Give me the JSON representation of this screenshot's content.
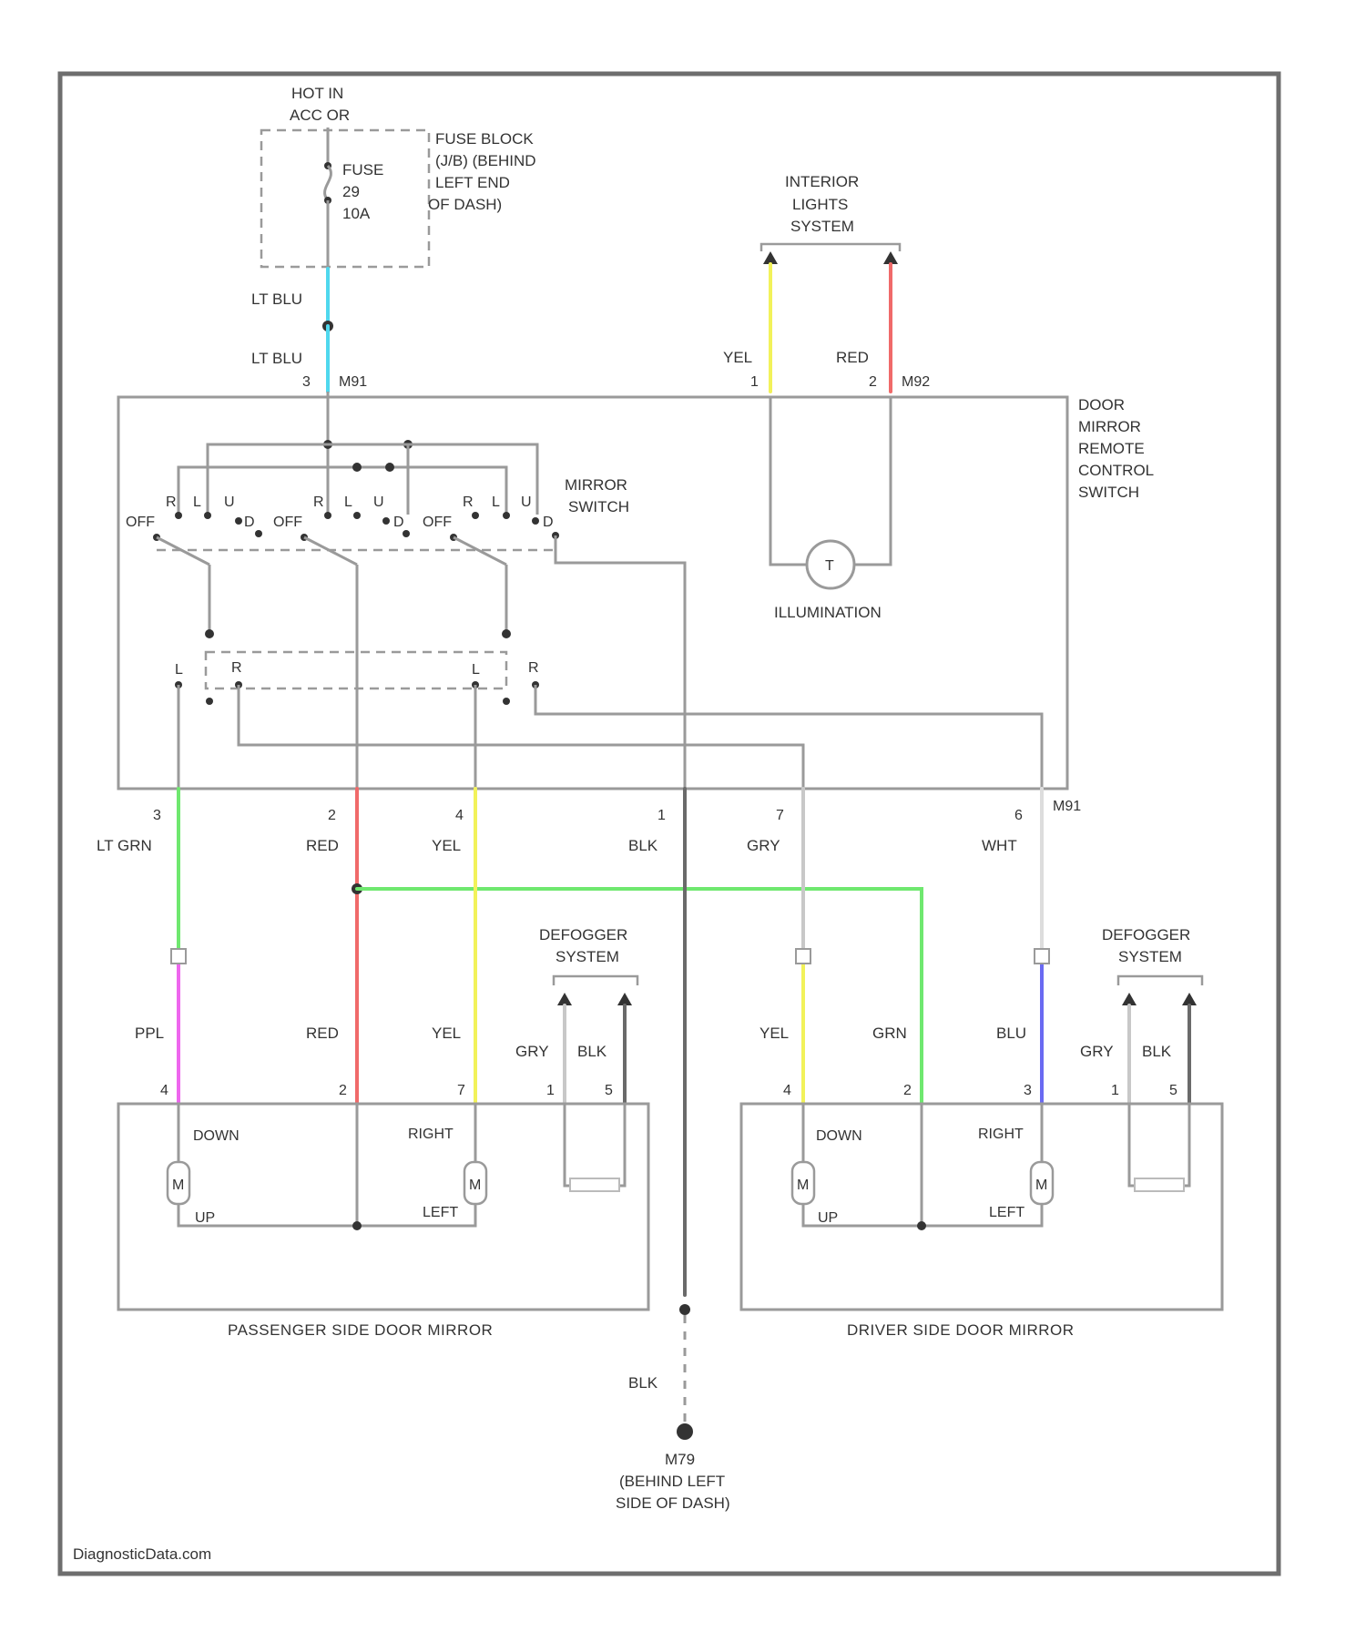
{
  "power": {
    "hot_label": [
      "HOT IN",
      "ACC OR"
    ],
    "fuse_label": [
      "FUSE",
      "29",
      "10A"
    ],
    "fuse_block_label": [
      "FUSE BLOCK",
      "(J/B) (BEHIND",
      "LEFT END",
      "OF DASH)"
    ]
  },
  "wires": {
    "lt_blu_upper": "LT BLU",
    "lt_blu_lower": "LT BLU",
    "illum_feed_left": "YEL",
    "illum_feed_right": "RED",
    "lt_grn": "LT GRN",
    "red_main": "RED",
    "yel_main": "YEL",
    "blk_main": "BLK",
    "gry_main": "GRY",
    "wht_main": "WHT",
    "ppl": "PPL",
    "red_pass": "RED",
    "yel_pass": "YEL",
    "yel_drv": "YEL",
    "grn_drv": "GRN",
    "blu_drv": "BLU",
    "defog_gry_pass": "GRY",
    "defog_blk_pass": "BLK",
    "defog_gry_drv": "GRY",
    "defog_blk_drv": "BLK",
    "ground_blk": "BLK"
  },
  "interior_lights": [
    "INTERIOR",
    "LIGHTS",
    "SYSTEM"
  ],
  "switch_box": {
    "label": [
      "DOOR",
      "MIRROR",
      "REMOTE",
      "CONTROL",
      "SWITCH"
    ],
    "top_connector": "M91",
    "top_connector_2": "M92",
    "bottom_connector": "M91",
    "mirror_switch": [
      "MIRROR",
      "SWITCH"
    ],
    "off": "OFF",
    "contacts": [
      "R",
      "L",
      "U",
      "D"
    ],
    "selector": [
      "L",
      "R"
    ],
    "illumination": "ILLUMINATION",
    "pins_top": [
      "3",
      "1",
      "2"
    ],
    "pins_bottom": [
      "3",
      "2",
      "4",
      "1",
      "7",
      "6"
    ]
  },
  "defogger_pass": [
    "DEFOGGER",
    "SYSTEM"
  ],
  "defogger_drv": [
    "DEFOGGER",
    "SYSTEM"
  ],
  "passenger_mirror": {
    "label": "PASSENGER SIDE DOOR MIRROR",
    "down": "DOWN",
    "up": "UP",
    "right": "RIGHT",
    "left": "LEFT",
    "motor": "M",
    "pins": [
      "4",
      "2",
      "7",
      "1",
      "5"
    ]
  },
  "driver_mirror": {
    "label": "DRIVER SIDE DOOR MIRROR",
    "down": "DOWN",
    "up": "UP",
    "right": "RIGHT",
    "left": "LEFT",
    "motor": "M",
    "pins": [
      "4",
      "2",
      "3",
      "1",
      "5"
    ]
  },
  "ground": [
    "M79",
    "(BEHIND LEFT",
    "SIDE OF DASH)"
  ],
  "watermark": "DiagnosticData.com",
  "colors": {
    "lt_blu": "#4fd8ee",
    "yel": "#f2f25a",
    "red": "#f06a6a",
    "lt_grn": "#6fe86f",
    "ppl": "#ee66ee",
    "blu": "#6a6af2",
    "gry": "#c8c8c8",
    "blk": "#6a6a6a",
    "frame": "#6e6e6e"
  }
}
